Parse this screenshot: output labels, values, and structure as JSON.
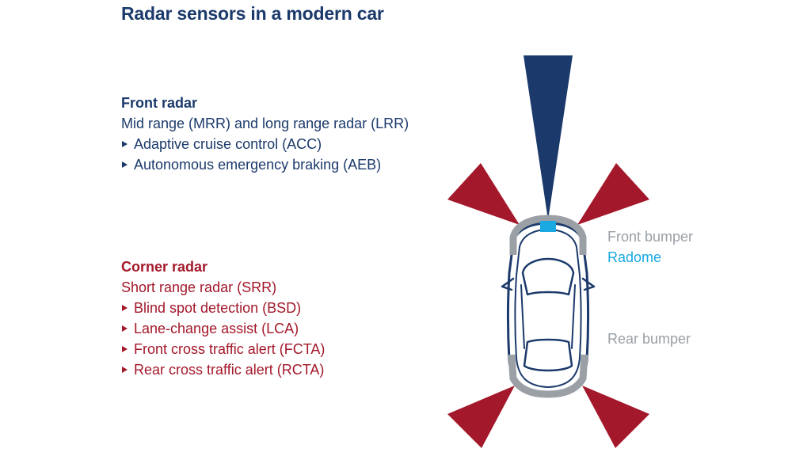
{
  "title": "Radar sensors in a modern car",
  "front_radar": {
    "heading": "Front radar",
    "subtitle": "Mid range (MRR) and long range radar (LRR)",
    "items": [
      "Adaptive cruise control (ACC)",
      "Autonomous emergency braking (AEB)"
    ]
  },
  "corner_radar": {
    "heading": "Corner radar",
    "subtitle": "Short range radar (SRR)",
    "items": [
      "Blind spot detection (BSD)",
      "Lane-change assist (LCA)",
      "Front cross traffic alert (FCTA)",
      "Rear cross traffic alert (RCTA)"
    ]
  },
  "labels": {
    "front_bumper": "Front bumper",
    "radome": "Radome",
    "rear_bumper": "Rear bumper"
  },
  "colors": {
    "front_radar": "#1b3a6b",
    "corner_radar": "#a3182a",
    "bumper": "#9aa0a6",
    "radome": "#19a8e0"
  }
}
